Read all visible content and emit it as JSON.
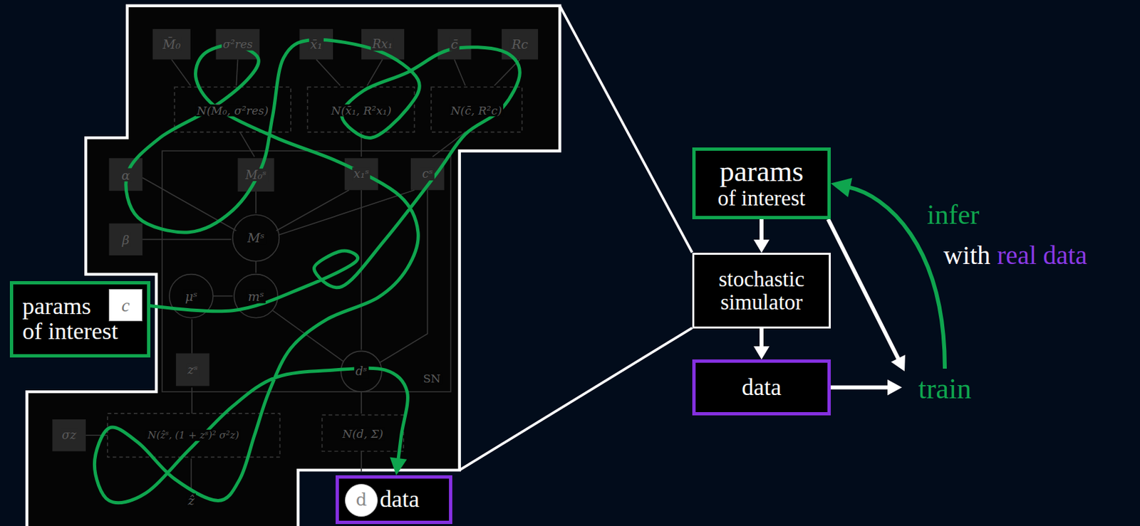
{
  "diagram": {
    "nodes": [
      {
        "text": [
          "params",
          "of interest"
        ]
      },
      {
        "text": [
          "c"
        ],
        "in": 0
      },
      {
        "text": [
          "data"
        ]
      },
      {
        "text": [
          "d"
        ],
        "in": 2
      },
      {
        "text": [
          "params",
          "of interest"
        ]
      },
      {
        "text": [
          "stochastic simulator"
        ]
      },
      {
        "text": [
          "data"
        ]
      },
      {
        "text": [
          "train"
        ]
      }
    ],
    "edges": [
      {
        "from": 1,
        "to": 2,
        "arrow": "to"
      },
      {
        "from": 4,
        "to": 5,
        "arrow": "to"
      },
      {
        "from": 5,
        "to": 6,
        "arrow": "to"
      },
      {
        "from": 6,
        "to": 7,
        "arrow": "to"
      },
      {
        "from": 4,
        "to": 7,
        "arrow": "to"
      },
      {
        "from": 7,
        "to": 4,
        "arrow": "to",
        "label": "infer"
      }
    ],
    "labels": [
      "M̄₀",
      "σ²res",
      "x̄₁",
      "Rx₁",
      "c̄",
      "Rc",
      "N(M̄₀, σ²res)",
      "N(x̄₁, R²x₁)",
      "N(c̄, R²c)",
      "α",
      "M₀ˢ",
      "x₁ˢ",
      "cˢ",
      "β",
      "Mˢ",
      "μˢ",
      "mˢ",
      "zˢ",
      "dˢ",
      "SN",
      "σz",
      "N(ẑˢ, (1 + zˢ)² σ²z)",
      "N(d, Σ)",
      "ẑ",
      "with",
      "real data"
    ]
  }
}
